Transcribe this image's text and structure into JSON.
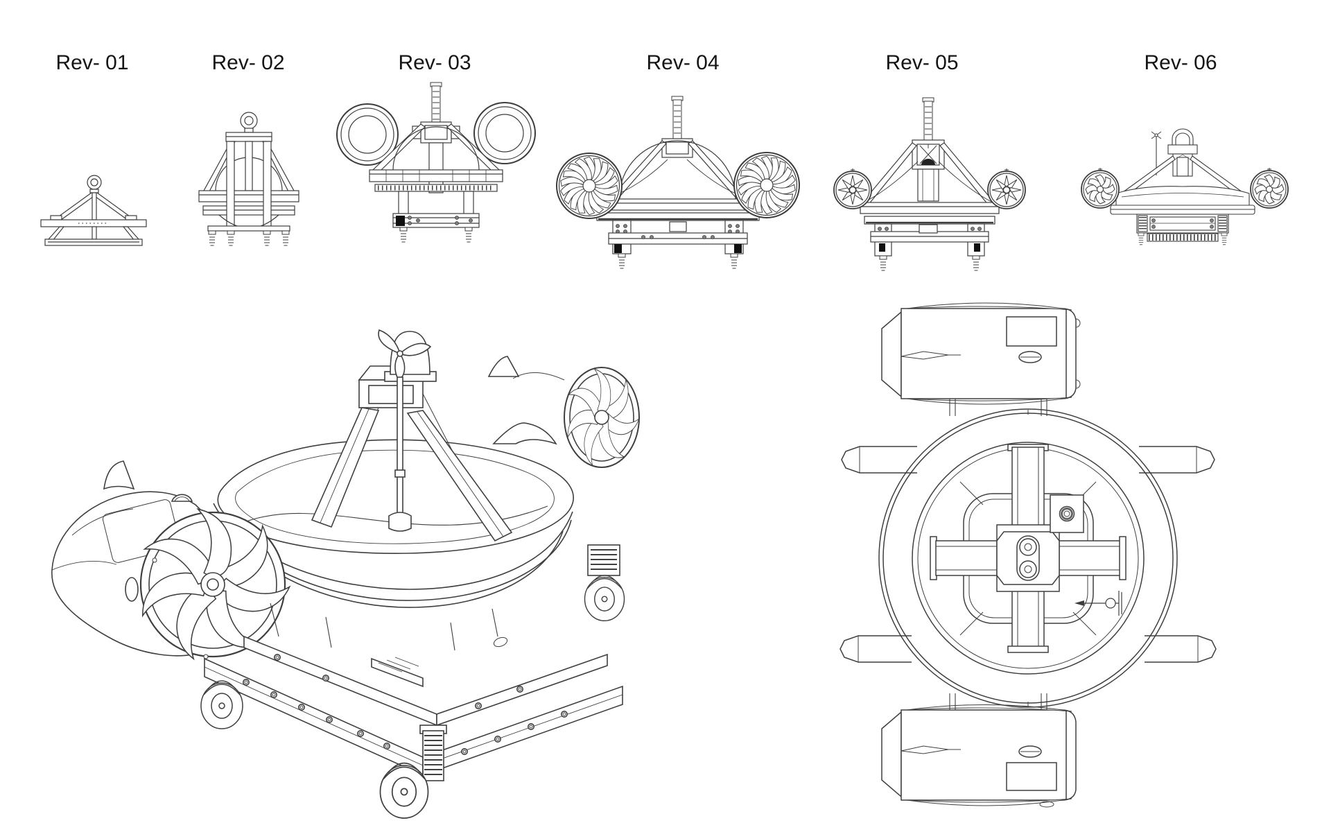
{
  "sheet": {
    "background": "#ffffff",
    "line_color": "#3d3d3d",
    "label_color": "#151515"
  },
  "revisions": [
    {
      "label": "Rev- 01"
    },
    {
      "label": "Rev- 02"
    },
    {
      "label": "Rev- 03"
    },
    {
      "label": "Rev- 04"
    },
    {
      "label": "Rev- 05"
    },
    {
      "label": "Rev- 06"
    }
  ],
  "views": {
    "isometric": "isometric-view",
    "top": "top-view"
  }
}
